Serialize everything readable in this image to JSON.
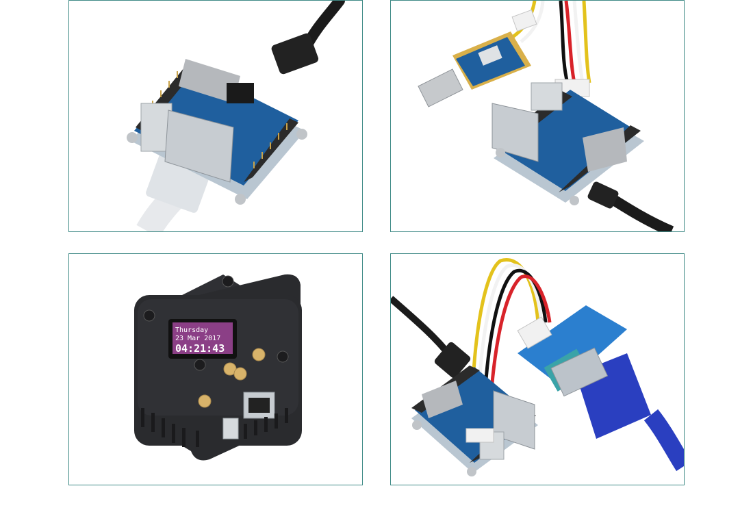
{
  "photos": [
    {
      "subject": "nanopi-board-with-usb-and-ethernet"
    },
    {
      "subject": "nanopi-board-with-usb-serial-adapter"
    },
    {
      "subject": "nanopi-in-metal-case-with-oled"
    },
    {
      "subject": "nanopi-with-serial-module-and-vga-cable"
    }
  ],
  "oled": {
    "line1": "Thursday",
    "line2": "23 Mar 2017",
    "time": "04:21:43"
  },
  "colors": {
    "frame": "#3f8a86",
    "pcb": "#1f5f9e",
    "case": "#2a2b2e",
    "brass": "#d8b36a",
    "vga_blue": "#2a3fc0",
    "oled_bg": "#8b3f86"
  }
}
